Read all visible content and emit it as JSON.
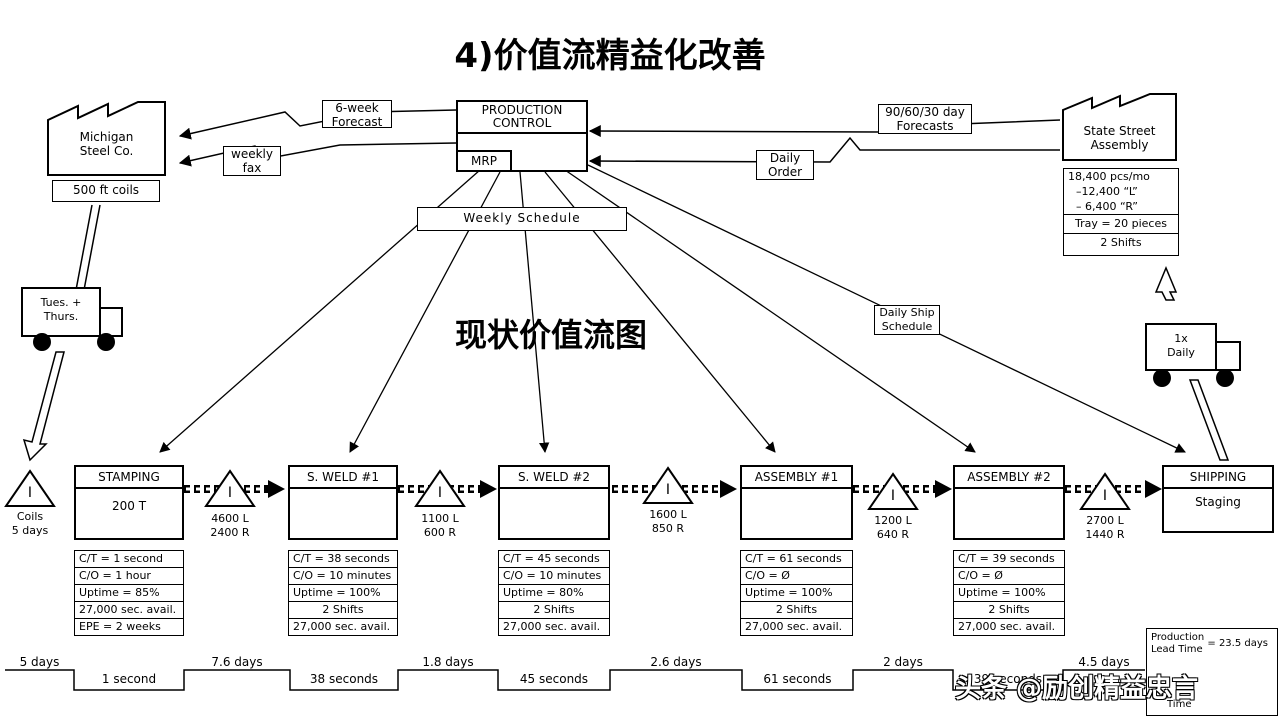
{
  "title": "4)价值流精益化改善",
  "subtitle": "现状价值流图",
  "production_control": {
    "title": "PRODUCTION\nCONTROL",
    "mrp": "MRP"
  },
  "supplier": {
    "name": "Michigan\nSteel Co.",
    "item": "500 ft coils"
  },
  "customer": {
    "name": "State Street\nAssembly",
    "data": [
      "18,400 pcs/mo",
      "–12,400 “L”",
      "– 6,400 “R”",
      "Tray = 20 pieces",
      "2 Shifts"
    ]
  },
  "info_flows": {
    "forecast_6week": "6-week\nForecast",
    "weekly_fax": "weekly\nfax",
    "forecasts_90": "90/60/30 day\nForecasts",
    "daily_order": "Daily\nOrder",
    "weekly_schedule": "Weekly Schedule",
    "daily_ship_schedule": "Daily Ship\nSchedule"
  },
  "trucks": {
    "supplier": "Tues. +\nThurs.",
    "customer": "1x\nDaily"
  },
  "processes": [
    {
      "name": "STAMPING",
      "body": "200 T",
      "data": [
        "C/T = 1 second",
        "C/O = 1 hour",
        "Uptime = 85%",
        "27,000 sec. avail.",
        "EPE = 2 weeks"
      ]
    },
    {
      "name": "S. WELD #1",
      "body": "",
      "data": [
        "C/T = 38 seconds",
        "C/O = 10 minutes",
        "Uptime = 100%",
        "2 Shifts",
        "27,000 sec. avail."
      ]
    },
    {
      "name": "S. WELD #2",
      "body": "",
      "data": [
        "C/T = 45 seconds",
        "C/O = 10 minutes",
        "Uptime = 80%",
        "2 Shifts",
        "27,000 sec. avail."
      ]
    },
    {
      "name": "ASSEMBLY #1",
      "body": "",
      "data": [
        "C/T = 61 seconds",
        "C/O = Ø",
        "Uptime = 100%",
        "2 Shifts",
        "27,000 sec. avail."
      ]
    },
    {
      "name": "ASSEMBLY #2",
      "body": "",
      "data": [
        "C/T = 39 seconds",
        "C/O = Ø",
        "Uptime = 100%",
        "2 Shifts",
        "27,000 sec. avail."
      ]
    },
    {
      "name": "SHIPPING",
      "body": "Staging",
      "data": []
    }
  ],
  "inventories": [
    {
      "symbol": "I",
      "label": "Coils\n5 days"
    },
    {
      "symbol": "I",
      "label": "4600 L\n2400 R"
    },
    {
      "symbol": "I",
      "label": "1100 L\n600 R"
    },
    {
      "symbol": "I",
      "label": "1600 L\n850 R"
    },
    {
      "symbol": "I",
      "label": "1200 L\n640 R"
    },
    {
      "symbol": "I",
      "label": "2700 L\n1440 R"
    }
  ],
  "timeline": {
    "waits": [
      "5 days",
      "7.6 days",
      "1.8 days",
      "2.6 days",
      "2 days",
      "4.5 days"
    ],
    "cycles": [
      "1 second",
      "38 seconds",
      "45 seconds",
      "61 seconds",
      "39 seconds"
    ]
  },
  "lead_time": {
    "label": "Production\nLead Time",
    "value": "= 23.5 days",
    "processing_time": "Time"
  },
  "watermark": "头条 @励创精益忠言"
}
